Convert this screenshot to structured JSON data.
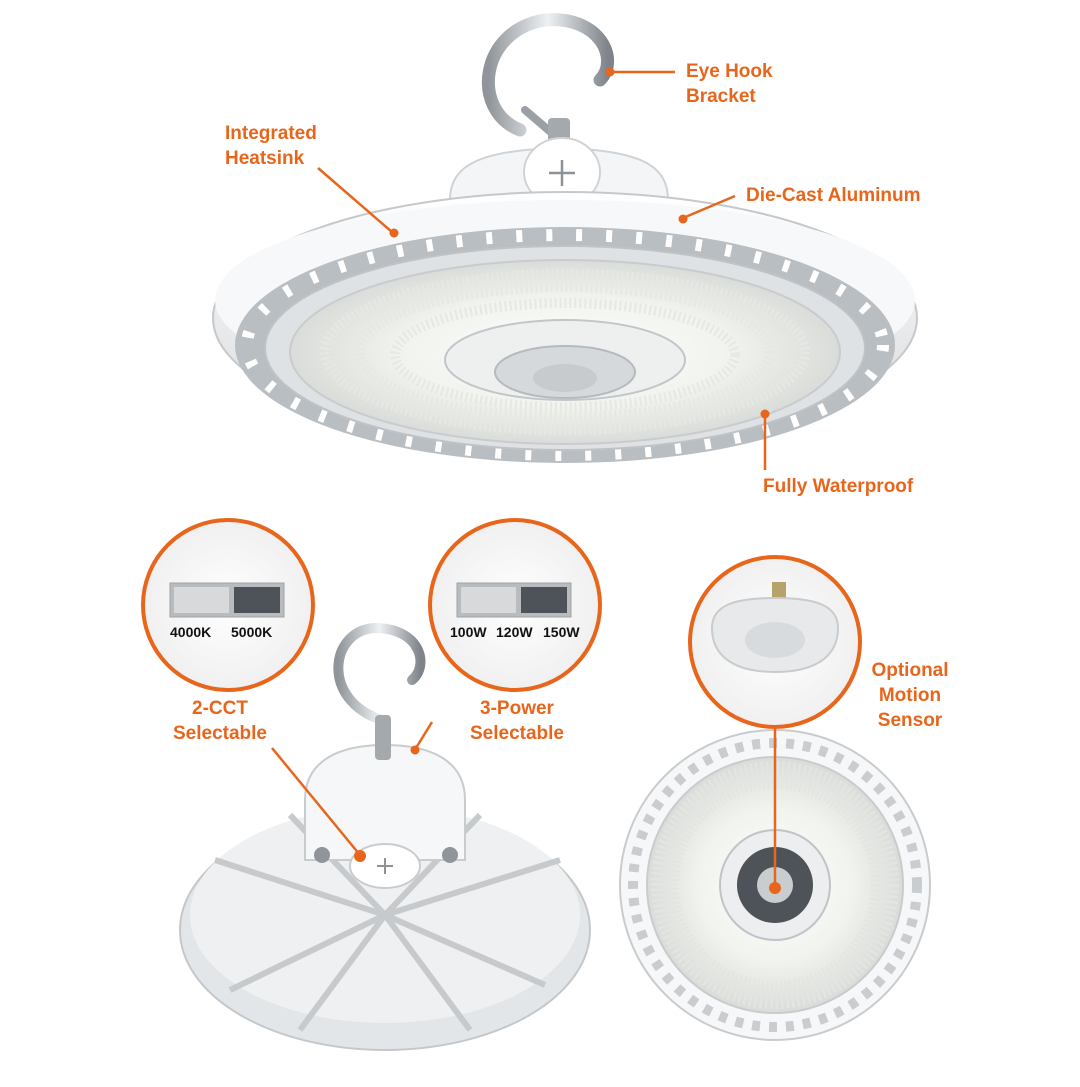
{
  "colors": {
    "accent": "#e8661c",
    "housing": "#e9ebec",
    "led": "#f4f6f0"
  },
  "callouts": {
    "eye_hook": [
      "Eye Hook",
      "Bracket"
    ],
    "heatsink": [
      "Integrated",
      "Heatsink"
    ],
    "die_cast": "Die-Cast Aluminum",
    "waterproof": "Fully Waterproof",
    "cct": [
      "2-CCT",
      "Selectable"
    ],
    "power": [
      "3-Power",
      "Selectable"
    ],
    "sensor": [
      "Optional",
      "Motion",
      "Sensor"
    ]
  },
  "switches": {
    "cct_options": [
      "4000K",
      "5000K"
    ],
    "power_options": [
      "100W",
      "120W",
      "150W"
    ]
  }
}
